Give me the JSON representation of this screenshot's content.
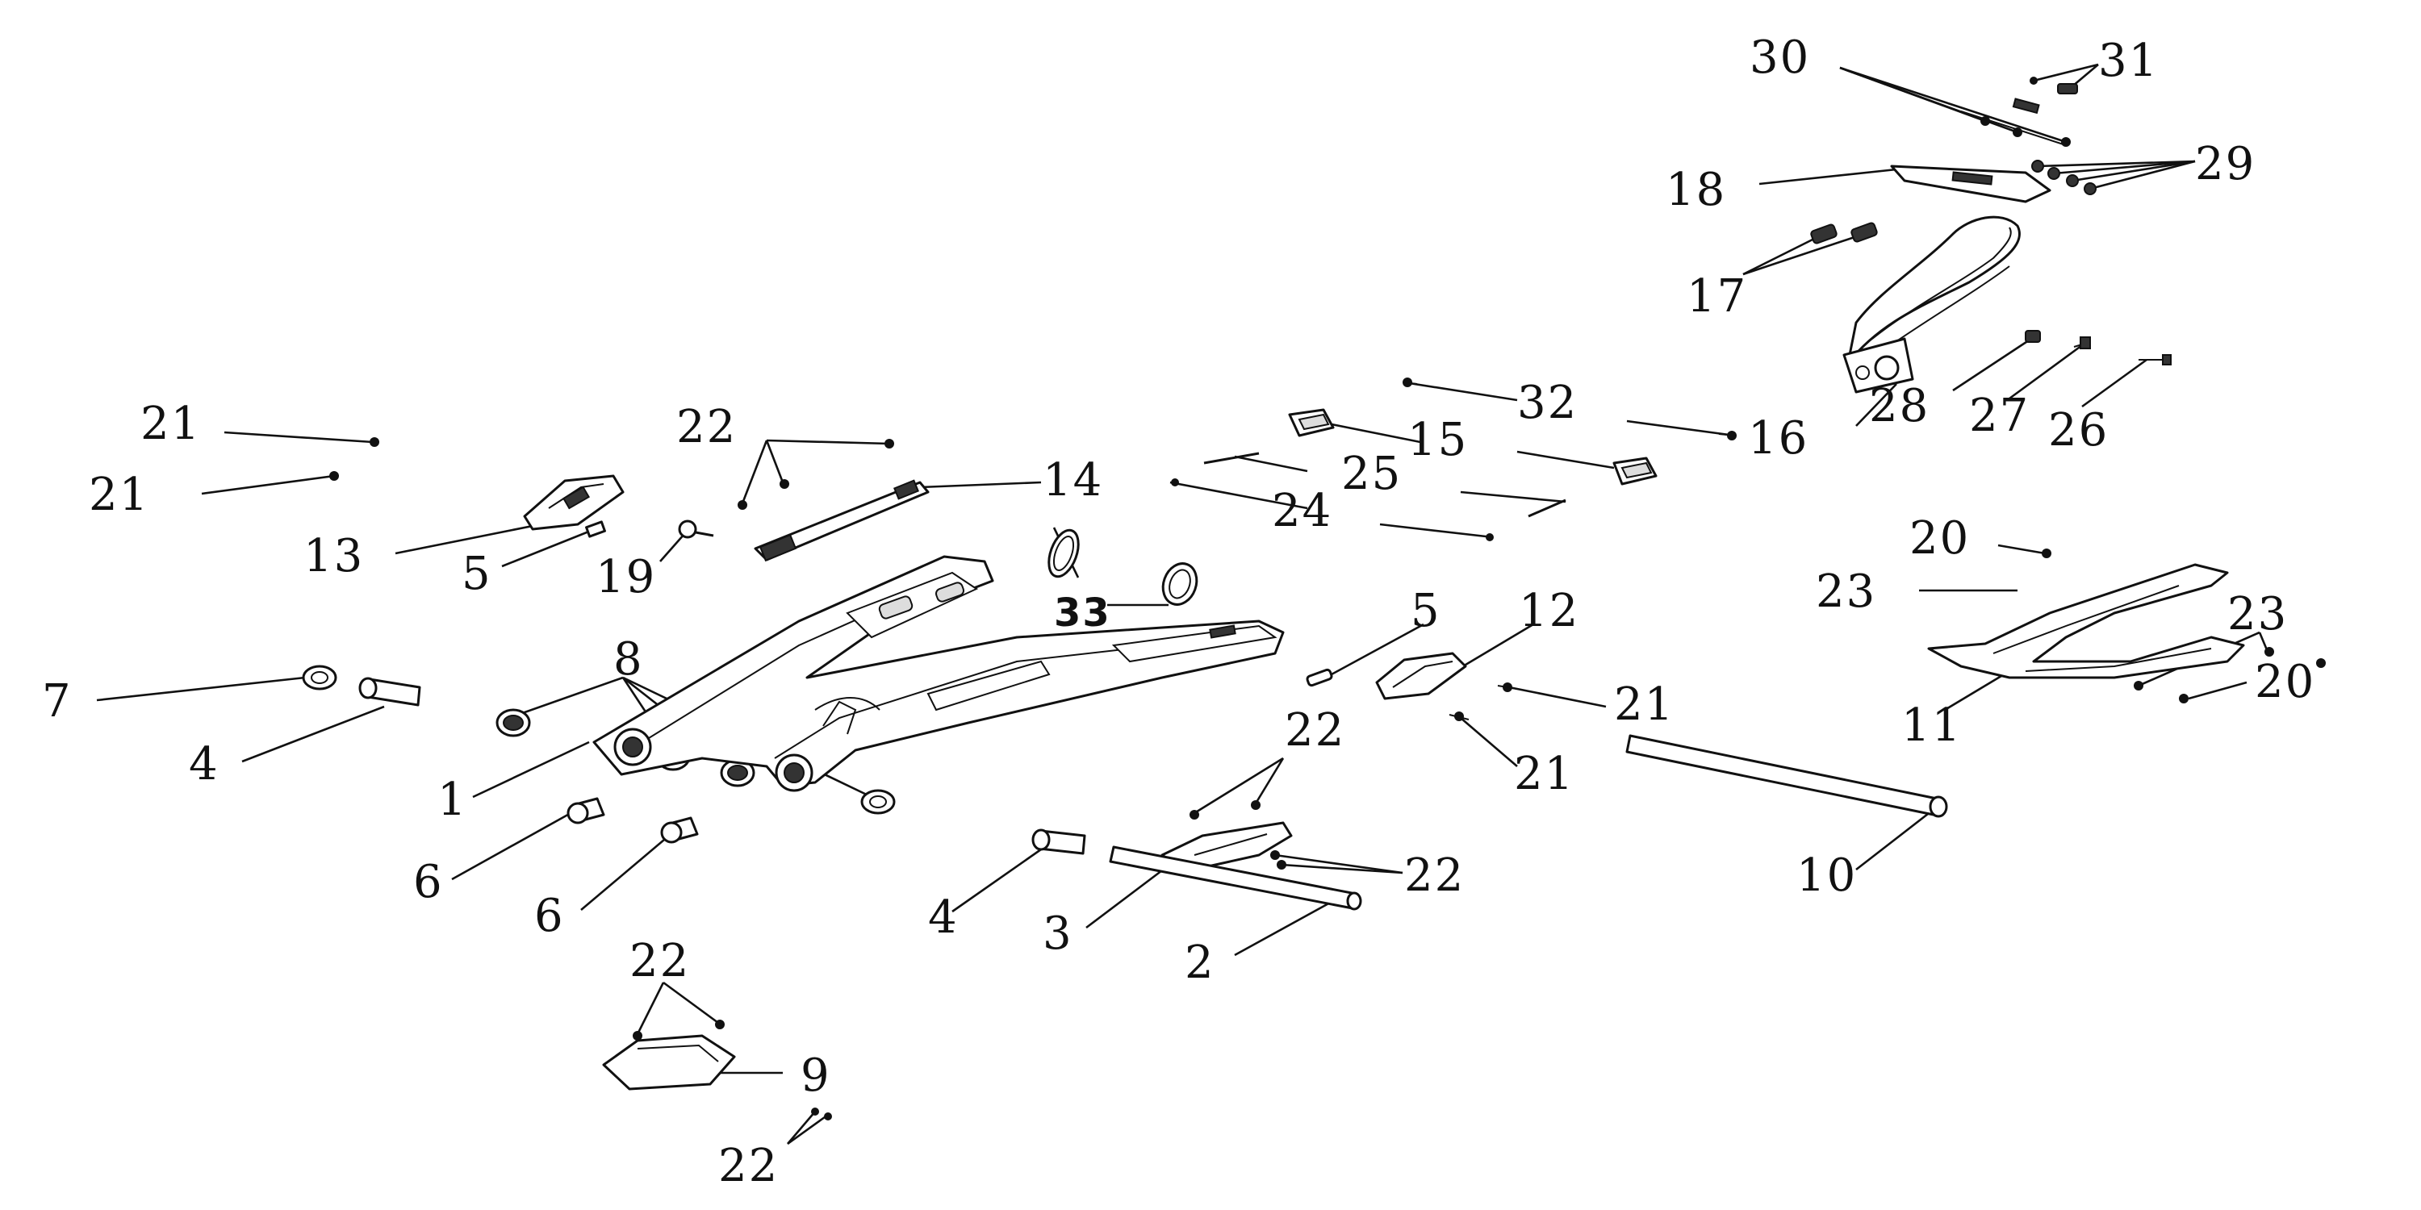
{
  "diagram": {
    "callouts": [
      {
        "id": "30a",
        "text": "30"
      },
      {
        "id": "31a",
        "text": "31"
      },
      {
        "id": "29a",
        "text": "29"
      },
      {
        "id": "18a",
        "text": "18"
      },
      {
        "id": "17a",
        "text": "17"
      },
      {
        "id": "32a",
        "text": "32"
      },
      {
        "id": "28a",
        "text": "28"
      },
      {
        "id": "27a",
        "text": "27"
      },
      {
        "id": "26a",
        "text": "26"
      },
      {
        "id": "16a",
        "text": "16"
      },
      {
        "id": "15a",
        "text": "15"
      },
      {
        "id": "25a",
        "text": "25"
      },
      {
        "id": "24a",
        "text": "24"
      },
      {
        "id": "21a",
        "text": "21"
      },
      {
        "id": "21b",
        "text": "21"
      },
      {
        "id": "22a",
        "text": "22"
      },
      {
        "id": "14a",
        "text": "14"
      },
      {
        "id": "13a",
        "text": "13"
      },
      {
        "id": "5a",
        "text": "5"
      },
      {
        "id": "19a",
        "text": "19"
      },
      {
        "id": "33a",
        "text": "33"
      },
      {
        "id": "20a",
        "text": "20"
      },
      {
        "id": "23a",
        "text": "23"
      },
      {
        "id": "23b",
        "text": "23"
      },
      {
        "id": "20b",
        "text": "20"
      },
      {
        "id": "11a",
        "text": "11"
      },
      {
        "id": "5b",
        "text": "5"
      },
      {
        "id": "12a",
        "text": "12"
      },
      {
        "id": "8a",
        "text": "8"
      },
      {
        "id": "7a",
        "text": "7"
      },
      {
        "id": "4a",
        "text": "4"
      },
      {
        "id": "1a",
        "text": "1"
      },
      {
        "id": "21c",
        "text": "21"
      },
      {
        "id": "21d",
        "text": "21"
      },
      {
        "id": "22b",
        "text": "22"
      },
      {
        "id": "10a",
        "text": "10"
      },
      {
        "id": "6a",
        "text": "6"
      },
      {
        "id": "6b",
        "text": "6"
      },
      {
        "id": "22c",
        "text": "22"
      },
      {
        "id": "4b",
        "text": "4"
      },
      {
        "id": "3a",
        "text": "3"
      },
      {
        "id": "2a",
        "text": "2"
      },
      {
        "id": "22d",
        "text": "22"
      },
      {
        "id": "9a",
        "text": "9"
      },
      {
        "id": "22e",
        "text": "22"
      }
    ]
  }
}
